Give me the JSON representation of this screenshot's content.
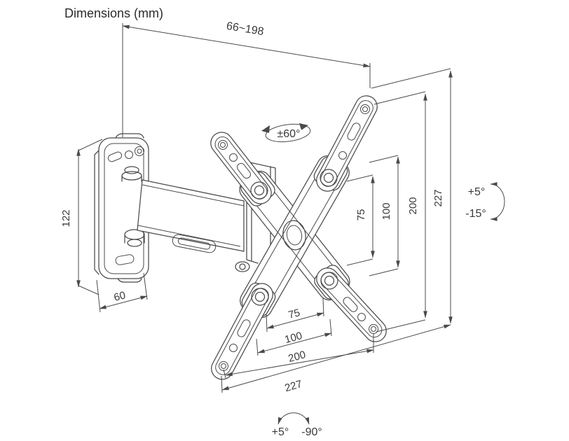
{
  "title": "Dimensions (mm)",
  "colors": {
    "line": "#4a4a4a",
    "text": "#3a3a3a",
    "background": "#ffffff"
  },
  "labels": {
    "extension_range": "66~198",
    "swivel_range": "±60°",
    "tilt_up": "+5°",
    "tilt_down": "-15°",
    "rotate_plus": "+5°",
    "rotate_minus": "-90°",
    "wall_plate_height": "122",
    "wall_plate_width": "60",
    "right_dims": [
      "75",
      "100",
      "200",
      "227"
    ],
    "bottom_dims": [
      "75",
      "100",
      "200",
      "227"
    ]
  }
}
